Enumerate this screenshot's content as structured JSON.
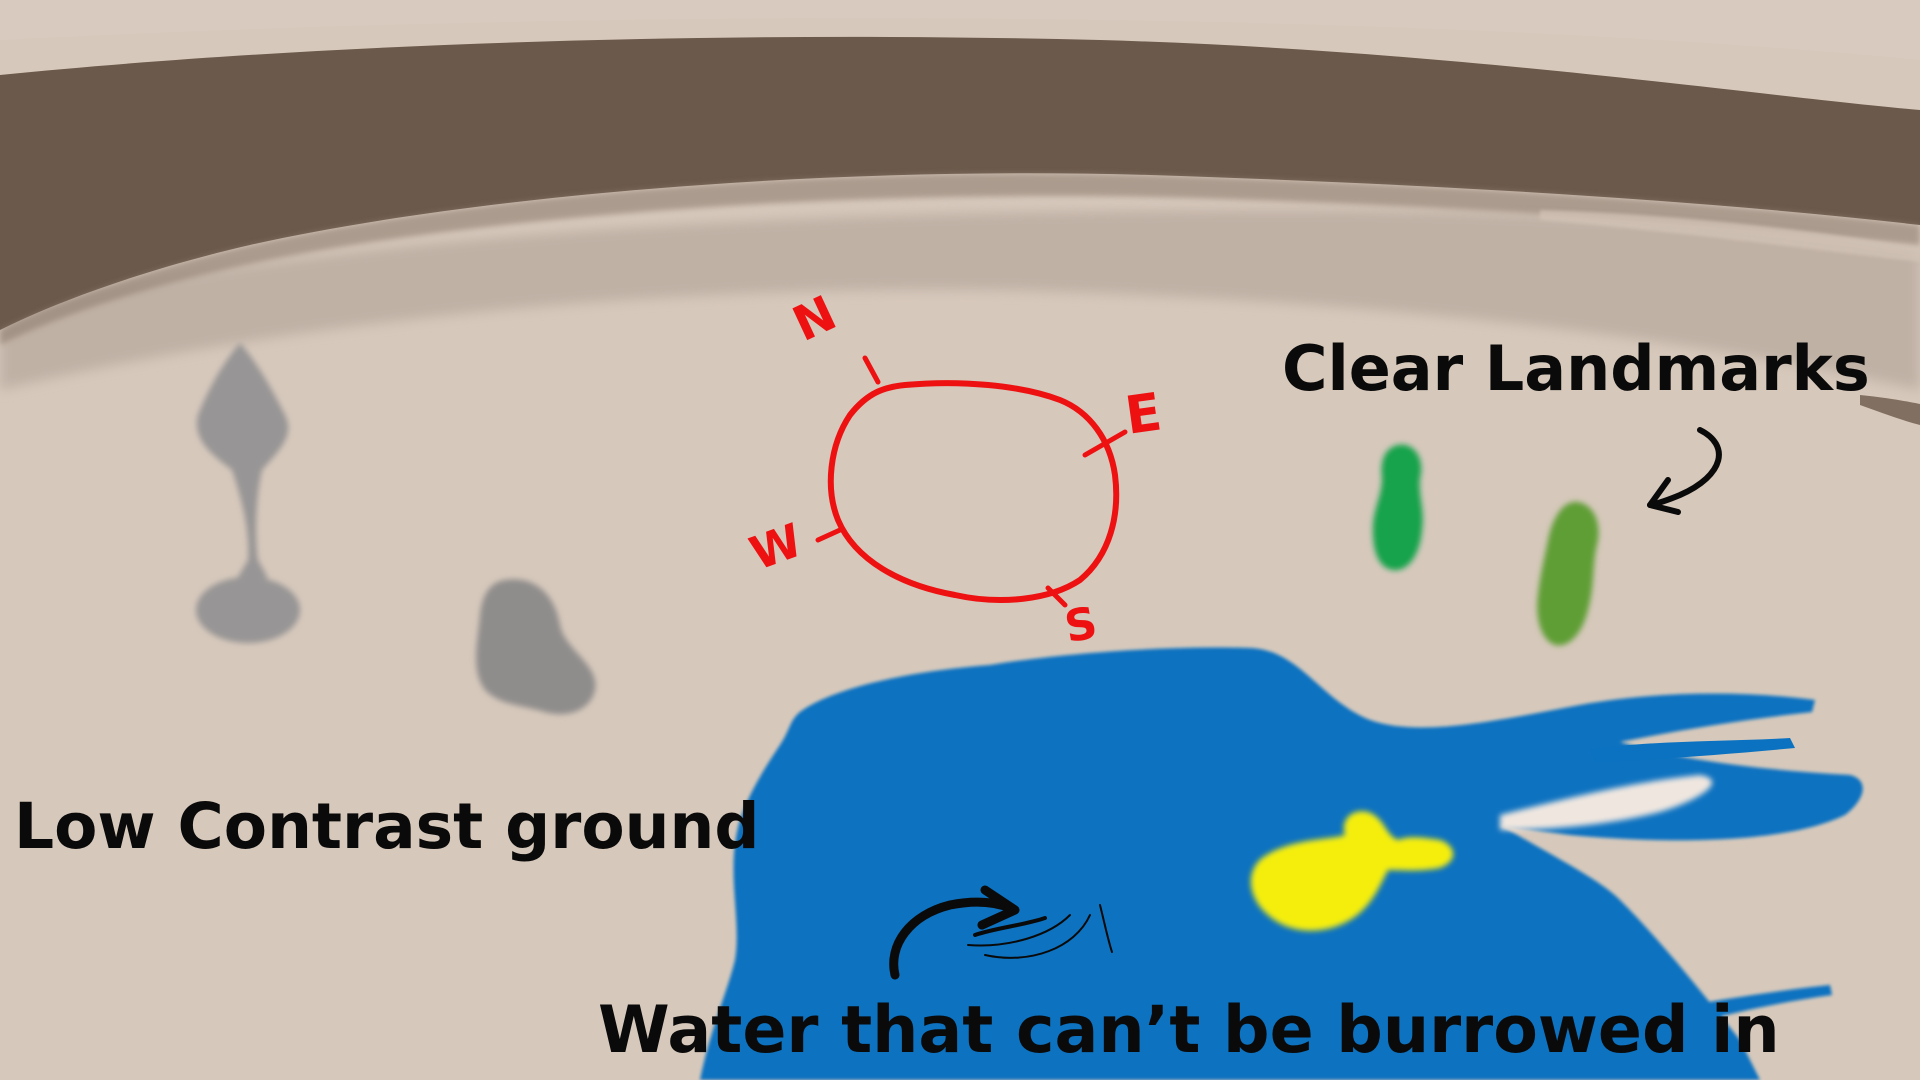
{
  "annotations": {
    "landmarks": "Clear Landmarks",
    "ground": "Low Contrast ground",
    "water": "Water that can’t be burrowed in"
  },
  "compass": {
    "north": "N",
    "east": "E",
    "south": "S",
    "west": "W",
    "color": "#ee1111"
  },
  "colors": {
    "ground": "#d6c8bb",
    "far_ground": "#bfb0a4",
    "cliff": "#6b594b",
    "water": "#0a72c0",
    "fish": "#f5ee10",
    "landmark_dark_green": "#13a34c",
    "landmark_light_green": "#5f9e35",
    "stone_gray": "#979595",
    "ink": "#0a0a0a"
  }
}
